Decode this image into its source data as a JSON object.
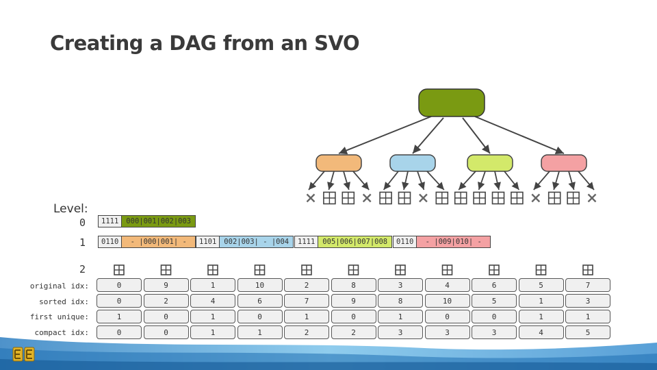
{
  "title": "Creating a DAG from an SVO",
  "level_label": "Level:",
  "levels": [
    "0",
    "1",
    "2"
  ],
  "colors": {
    "root": "#7a9a12",
    "orange": "#f2b97a",
    "blue": "#a8d4ea",
    "lime": "#d3e96a",
    "pink": "#f4a1a3",
    "cell_bg": "#f0f0f0",
    "outline": "#444444"
  },
  "level0_node": {
    "mask": "1111",
    "pointers": "000|001|002|003"
  },
  "level1_nodes": [
    {
      "mask": "0110",
      "pointers": " - |000|001| - "
    },
    {
      "mask": "1101",
      "pointers": "002|003| - |004"
    },
    {
      "mask": "1111",
      "pointers": "005|006|007|008"
    },
    {
      "mask": "0110",
      "pointers": " - |009|010| - "
    }
  ],
  "tree_leaves": [
    "x-icon",
    "grid-icon",
    "grid-icon",
    "x-icon",
    "grid-icon",
    "grid-icon",
    "x-icon",
    "grid-icon",
    "grid-icon",
    "grid-icon",
    "grid-icon",
    "grid-icon",
    "x-icon",
    "grid-icon",
    "grid-icon",
    "x-icon"
  ],
  "rows": [
    {
      "label": "original idx:",
      "values": [
        "0",
        "9",
        "1",
        "10",
        "2",
        "8",
        "3",
        "4",
        "6",
        "5",
        "7"
      ]
    },
    {
      "label": "sorted idx:",
      "values": [
        "0",
        "2",
        "4",
        "6",
        "7",
        "9",
        "8",
        "10",
        "5",
        "1",
        "3"
      ]
    },
    {
      "label": "first unique:",
      "values": [
        "1",
        "0",
        "1",
        "0",
        "1",
        "0",
        "1",
        "0",
        "0",
        "1",
        "1"
      ]
    },
    {
      "label": "compact idx:",
      "values": [
        "0",
        "0",
        "1",
        "1",
        "2",
        "2",
        "3",
        "3",
        "3",
        "4",
        "5"
      ]
    }
  ]
}
